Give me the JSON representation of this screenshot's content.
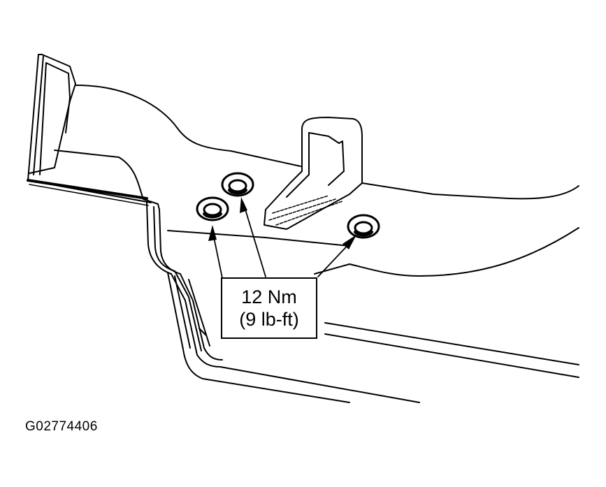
{
  "callout": {
    "torque_metric": "12 Nm",
    "torque_imperial": "(9 lb-ft)"
  },
  "figure": {
    "id": "G02774406"
  },
  "colors": {
    "line": "#000000",
    "background": "#ffffff"
  },
  "fasteners": [
    {
      "name": "nut-left",
      "icon": "flange-nut-icon"
    },
    {
      "name": "nut-center",
      "icon": "flange-nut-icon"
    },
    {
      "name": "nut-right",
      "icon": "flange-nut-icon"
    }
  ]
}
